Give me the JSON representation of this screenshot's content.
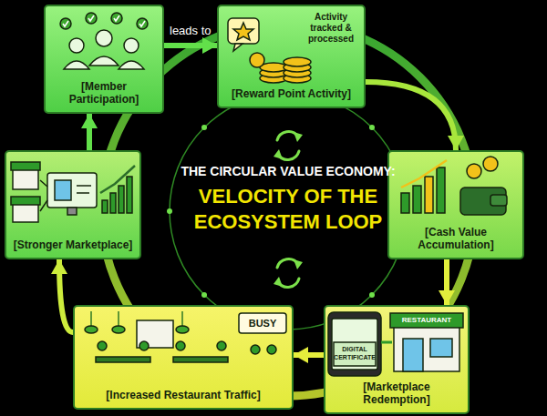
{
  "diagram": {
    "title": "THE CIRCULAR VALUE ECONOMY:",
    "nodes": [
      {
        "text": [
          "[Member Participation]"
        ]
      },
      {
        "text": [
          "Activity tracked & processed",
          "[Reward Point Activity]"
        ]
      },
      {
        "text": [
          "[Cash Value Accumulation]"
        ]
      },
      {
        "text": [
          "[Marketplace Redemption]"
        ]
      },
      {
        "text": [
          "[Increased Restaurant Traffic]"
        ]
      },
      {
        "text": [
          "[Stronger Marketplace]"
        ]
      }
    ],
    "edges": [
      {
        "from": 0,
        "to": 1,
        "label": "leads to",
        "arrow": "to"
      },
      {
        "from": 1,
        "to": 2,
        "arrow": "to"
      },
      {
        "from": 2,
        "to": 3,
        "arrow": "to"
      },
      {
        "from": 3,
        "to": 4,
        "arrow": "to"
      },
      {
        "from": 4,
        "to": 5,
        "arrow": "to"
      },
      {
        "from": 5,
        "to": 0,
        "arrow": "to"
      }
    ],
    "labels": [
      "VELOCITY OF THE ECOSYSTEM LOOP",
      "BUSY",
      "RESTAURANT",
      "DIGITAL CERTIFICATE"
    ]
  }
}
